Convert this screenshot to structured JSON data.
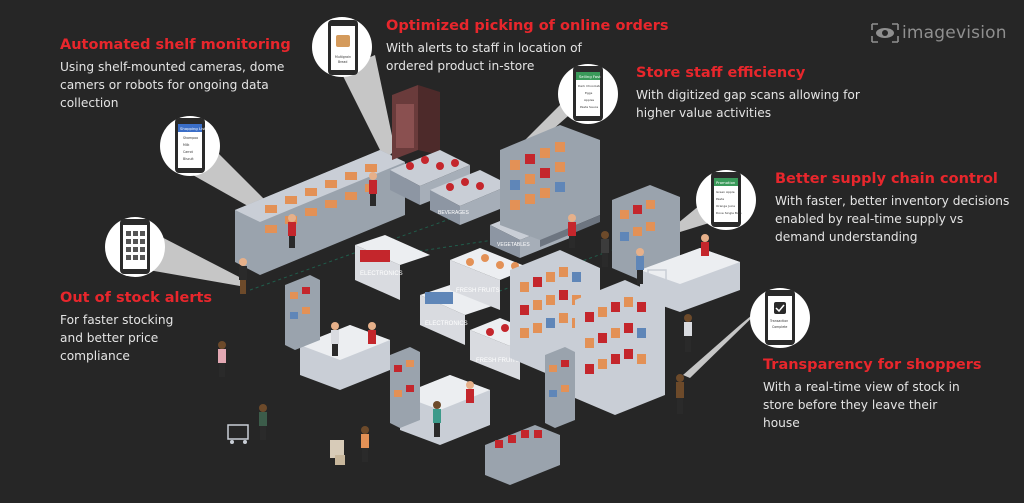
{
  "brand": {
    "name": "imagevision"
  },
  "features": [
    {
      "title": "Automated shelf monitoring",
      "body": "Using shelf-mounted cameras, dome camers or robots for ongoing data collection",
      "phone_header": "Shopping List",
      "phone_lines": [
        "Shampoo",
        "Milk",
        "Carrot",
        "Biscuit"
      ]
    },
    {
      "title": "Optimized picking of online orders",
      "body": "With alerts to staff in location of ordered product in-store",
      "phone_header": "",
      "phone_lines": [
        "Multigrain",
        "Bread"
      ]
    },
    {
      "title": "Store staff efficiency",
      "body": "With digitized gap scans allowing for higher value activities",
      "phone_header": "Selling Fast",
      "phone_lines": [
        "Dark Chocolate",
        "Eggs",
        "Apples",
        "Pasta Sauce"
      ]
    },
    {
      "title": "Better supply chain control",
      "body": "With faster, better inventory decisions enabled by real-time supply vs demand understanding",
      "phone_header": "Promotion",
      "phone_lines": [
        "Green Apple",
        "Pasta",
        "Orange Juice",
        "Dove Single Bars"
      ]
    },
    {
      "title": "Out of stock alerts",
      "body": "For faster stocking and better price compliance",
      "phone_header": "",
      "phone_lines": []
    },
    {
      "title": "Transparency for shoppers",
      "body": "With a real-time view of stock in store before they leave their house",
      "phone_header": "",
      "phone_lines": [
        "Transaction",
        "Complete"
      ]
    }
  ],
  "store_signs": [
    "ELECTRONICS",
    "ELECTRONICS",
    "FRESH FRUITS",
    "FRESH FRUITS",
    "VEGETABLES",
    "BEVERAGES"
  ],
  "colors": {
    "background": "#262626",
    "accent": "#e8262c",
    "text": "#e4e4e4",
    "phone_green": "#3a9a5a"
  }
}
